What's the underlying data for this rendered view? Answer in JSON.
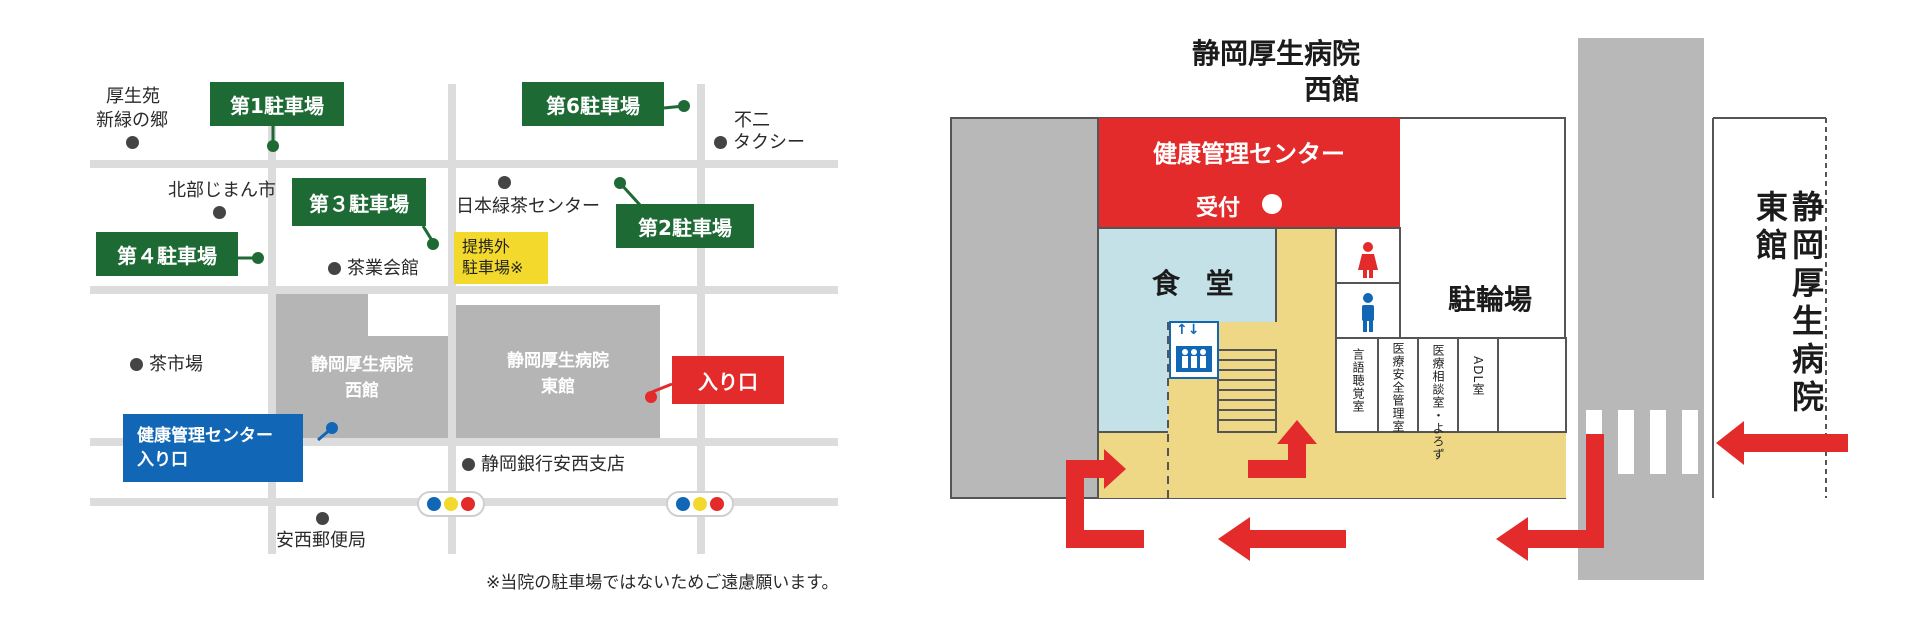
{
  "map": {
    "labels": {
      "kouseien": "厚生苑",
      "shinryoku": "新緑の郷",
      "fuji": "不二",
      "taxi": "タクシー",
      "hokubu": "北部じまん市",
      "nihon_ryokucha": "日本緑茶センター",
      "chagyo": "茶業会館",
      "chaichiba": "茶市場",
      "bank": "静岡銀行安西支店",
      "post": "安西郵便局",
      "note": "※当院の駐車場ではないためご遠慮願います。"
    },
    "parking": {
      "p1": "第1駐車場",
      "p2": "第2駐車場",
      "p3": "第３駐車場",
      "p4": "第４駐車場",
      "p6": "第6駐車場",
      "partner_line1": "提携外",
      "partner_line2": "駐車場※"
    },
    "buildings": {
      "west_line1": "静岡厚生病院",
      "west_line2": "西館",
      "east_line1": "静岡厚生病院",
      "east_line2": "東館"
    },
    "entrances": {
      "main": "入り口",
      "health_line1": "健康管理センター",
      "health_line2": "入り口"
    }
  },
  "floor": {
    "west_title_line1": "静岡厚生病院",
    "west_title_line2": "西館",
    "health_center": "健康管理センター",
    "reception": "受付",
    "cafeteria": "食 堂",
    "bicycle": "駐輪場",
    "rooms": [
      "言語聴覚室",
      "医療安全管理室",
      "医療相談室・よろず",
      "ADL室"
    ],
    "east_building": "静岡厚生病院東館",
    "elevator_arrows": "↑↓"
  },
  "colors": {
    "green": "#1d6a34",
    "red": "#e32b2b",
    "blue": "#1167b5",
    "yellow": "#f4d92d",
    "gray": "#b5b5b5",
    "floor_yellow": "#eed886",
    "light_blue": "#c4e1e7"
  }
}
